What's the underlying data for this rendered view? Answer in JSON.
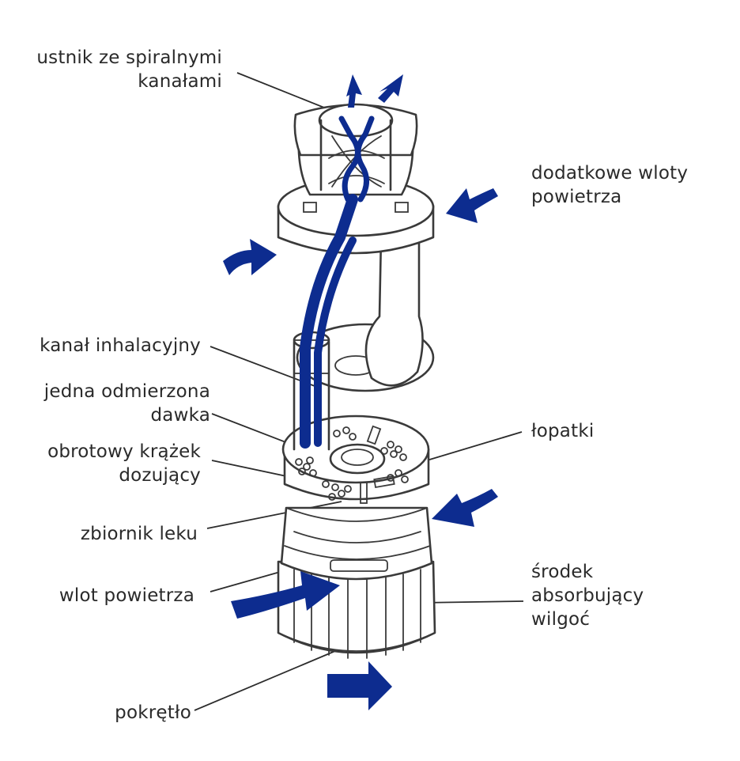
{
  "colors": {
    "arrow_blue": "#0d2c8f",
    "line": "#3a3a3a",
    "text": "#2a2a2a",
    "background": "#ffffff"
  },
  "labels": {
    "mouthpiece": [
      "ustnik ze spiralnymi",
      "kanałami"
    ],
    "extra_air_inlets": [
      "dodatkowe wloty",
      "powietrza"
    ],
    "inhalation_channel": [
      "kanał inhalacyjny"
    ],
    "metered_dose": [
      "jedna odmierzona",
      "dawka"
    ],
    "rotating_disc": [
      "obrotowy krążek",
      "dozujący"
    ],
    "blades": [
      "łopatki"
    ],
    "drug_reservoir": [
      "zbiornik leku"
    ],
    "air_inlet": [
      "wlot powietrza"
    ],
    "desiccant": [
      "środek",
      "absorbujący",
      "wilgoć"
    ],
    "knob": [
      "pokrętło"
    ]
  }
}
